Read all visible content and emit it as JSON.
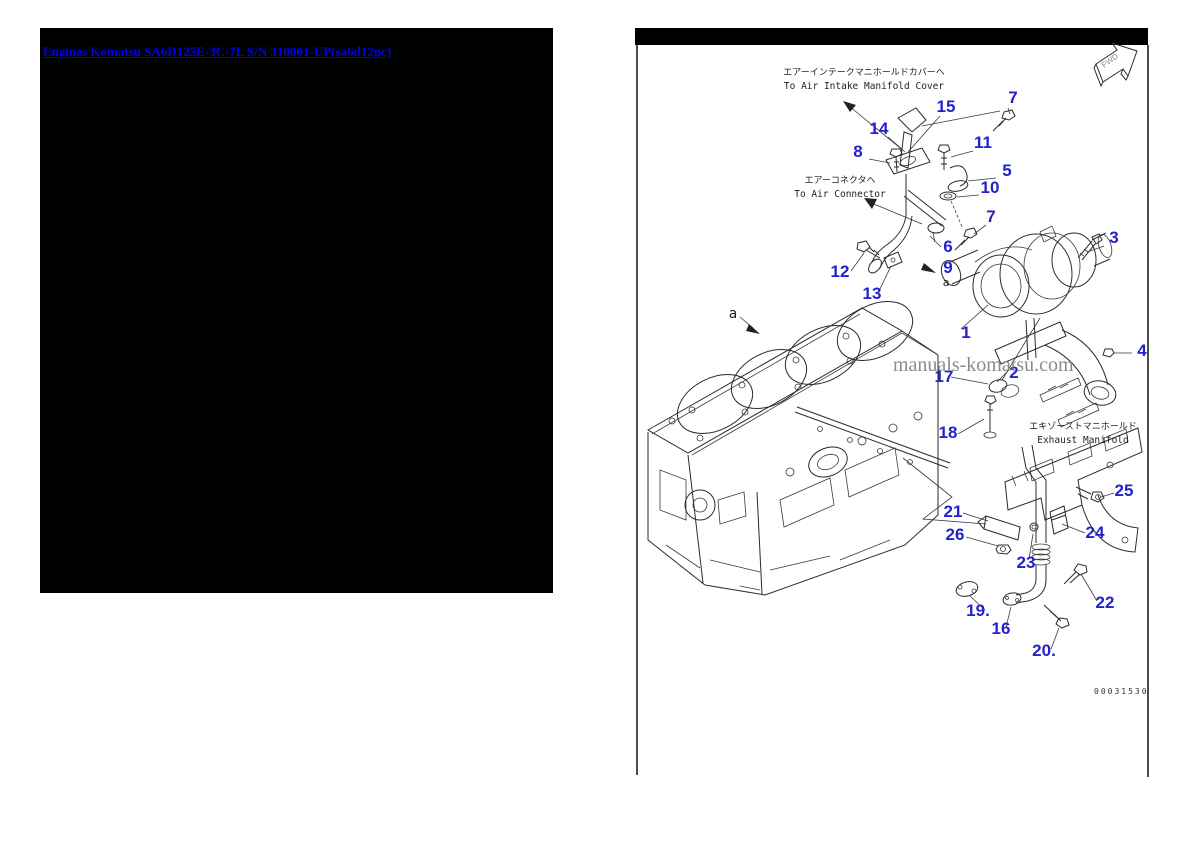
{
  "link": {
    "label": "Engines Komatsu SA6D125E-3C-7L S/N 310001-UP(sa6d12pc)"
  },
  "diagram": {
    "fwd_label": "FWD",
    "watermark": "manuals-komatsu.com",
    "drawing_number": "00031530",
    "annotations": {
      "air_intake_jp": "エアーインテークマニホールドカバーヘ",
      "air_intake_en": "To Air Intake Manifold Cover",
      "air_connector_jp": "エアーコネクタヘ",
      "air_connector_en": "To Air Connector",
      "exhaust_jp": "エキゾーストマニホールド",
      "exhaust_en": "Exhaust Manifold",
      "view_label_block": "a",
      "view_label_pipe": "a"
    },
    "callouts": [
      "15",
      "7",
      "14",
      "8",
      "11",
      "5",
      "10",
      "7",
      "3",
      "12",
      "13",
      "6",
      "9",
      "1",
      "17",
      "2",
      "4",
      "18",
      "25",
      "21",
      "26",
      "24",
      "23",
      "22",
      "19.",
      "16",
      "20."
    ],
    "colors": {
      "callout": "#2222cc",
      "link": "#0000ee",
      "watermark": "#7f7f7f"
    }
  }
}
